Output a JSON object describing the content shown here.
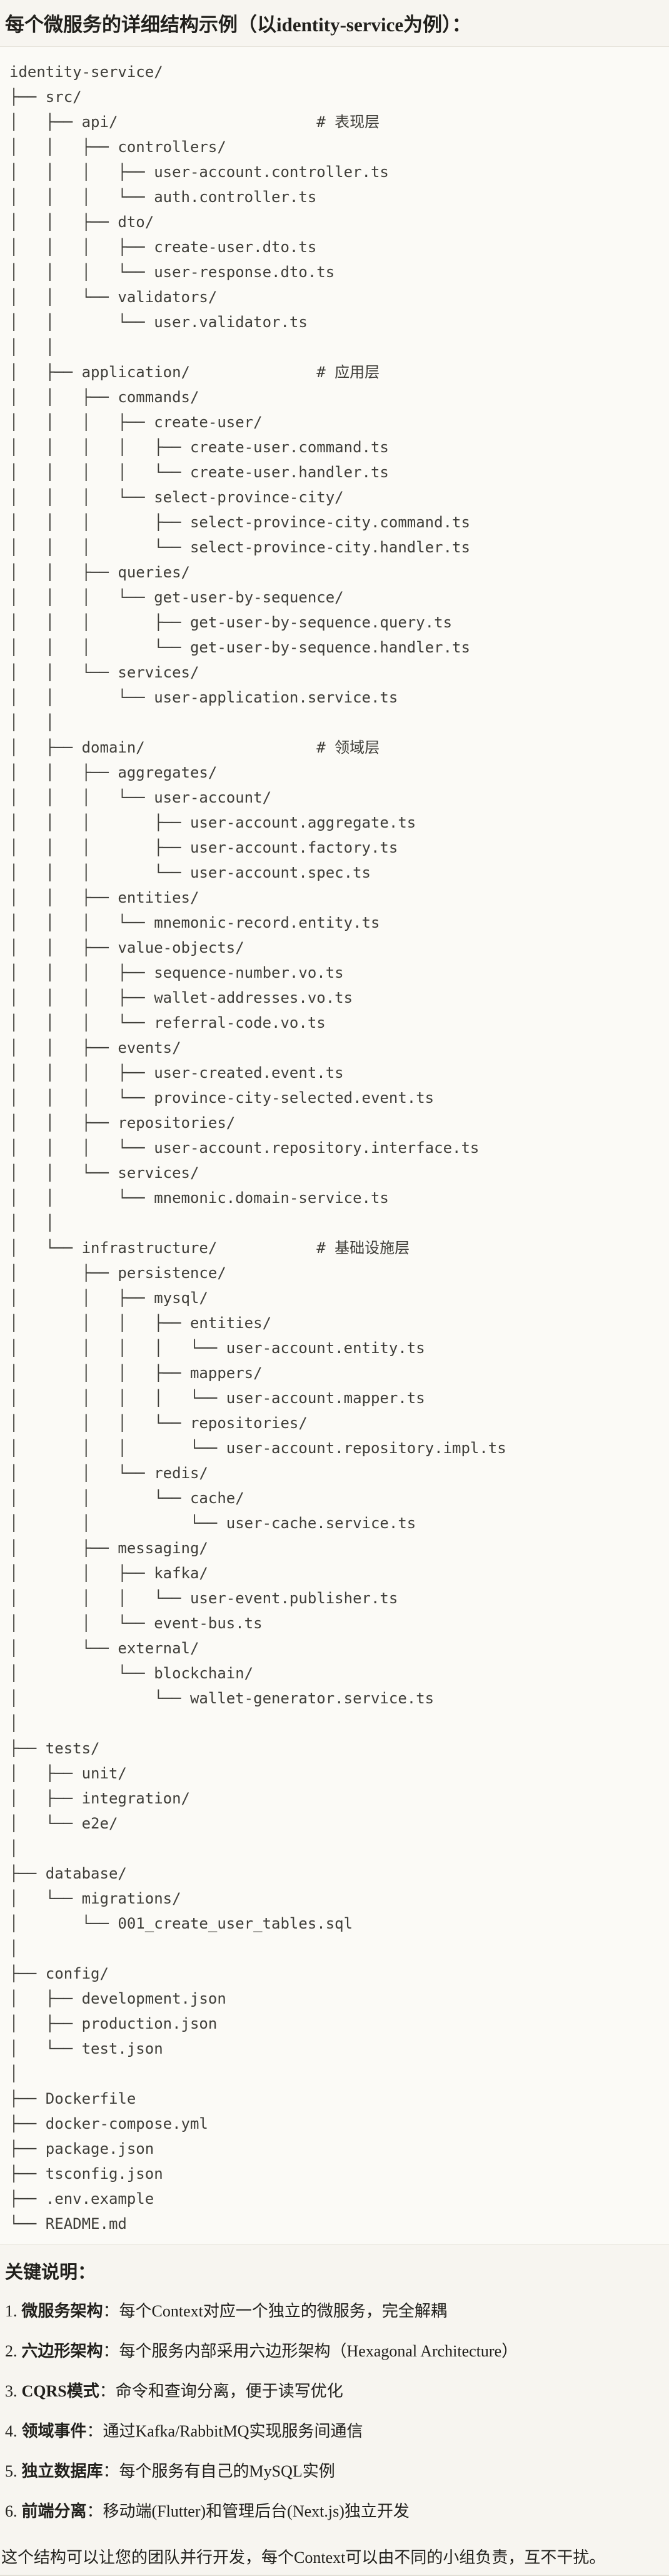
{
  "page": {
    "title": "每个微服务的详细结构示例（以identity-service为例）："
  },
  "colors": {
    "page_background": "#f7f5f0",
    "code_background": "#fbfaf6",
    "code_border": "#e5e2d9",
    "code_text": "#3f3e39",
    "body_text": "#21201c"
  },
  "tree": {
    "lines": [
      "identity-service/",
      "├── src/",
      "│   ├── api/                      # 表现层",
      "│   │   ├── controllers/",
      "│   │   │   ├── user-account.controller.ts",
      "│   │   │   └── auth.controller.ts",
      "│   │   ├── dto/",
      "│   │   │   ├── create-user.dto.ts",
      "│   │   │   └── user-response.dto.ts",
      "│   │   └── validators/",
      "│   │       └── user.validator.ts",
      "│   │",
      "│   ├── application/              # 应用层",
      "│   │   ├── commands/",
      "│   │   │   ├── create-user/",
      "│   │   │   │   ├── create-user.command.ts",
      "│   │   │   │   └── create-user.handler.ts",
      "│   │   │   └── select-province-city/",
      "│   │   │       ├── select-province-city.command.ts",
      "│   │   │       └── select-province-city.handler.ts",
      "│   │   ├── queries/",
      "│   │   │   └── get-user-by-sequence/",
      "│   │   │       ├── get-user-by-sequence.query.ts",
      "│   │   │       └── get-user-by-sequence.handler.ts",
      "│   │   └── services/",
      "│   │       └── user-application.service.ts",
      "│   │",
      "│   ├── domain/                   # 领域层",
      "│   │   ├── aggregates/",
      "│   │   │   └── user-account/",
      "│   │   │       ├── user-account.aggregate.ts",
      "│   │   │       ├── user-account.factory.ts",
      "│   │   │       └── user-account.spec.ts",
      "│   │   ├── entities/",
      "│   │   │   └── mnemonic-record.entity.ts",
      "│   │   ├── value-objects/",
      "│   │   │   ├── sequence-number.vo.ts",
      "│   │   │   ├── wallet-addresses.vo.ts",
      "│   │   │   └── referral-code.vo.ts",
      "│   │   ├── events/",
      "│   │   │   ├── user-created.event.ts",
      "│   │   │   └── province-city-selected.event.ts",
      "│   │   ├── repositories/",
      "│   │   │   └── user-account.repository.interface.ts",
      "│   │   └── services/",
      "│   │       └── mnemonic.domain-service.ts",
      "│   │",
      "│   └── infrastructure/           # 基础设施层",
      "│       ├── persistence/",
      "│       │   ├── mysql/",
      "│       │   │   ├── entities/",
      "│       │   │   │   └── user-account.entity.ts",
      "│       │   │   ├── mappers/",
      "│       │   │   │   └── user-account.mapper.ts",
      "│       │   │   └── repositories/",
      "│       │   │       └── user-account.repository.impl.ts",
      "│       │   └── redis/",
      "│       │       └── cache/",
      "│       │           └── user-cache.service.ts",
      "│       ├── messaging/",
      "│       │   ├── kafka/",
      "│       │   │   └── user-event.publisher.ts",
      "│       │   └── event-bus.ts",
      "│       └── external/",
      "│           └── blockchain/",
      "│               └── wallet-generator.service.ts",
      "│",
      "├── tests/",
      "│   ├── unit/",
      "│   ├── integration/",
      "│   └── e2e/",
      "│",
      "├── database/",
      "│   └── migrations/",
      "│       └── 001_create_user_tables.sql",
      "│",
      "├── config/",
      "│   ├── development.json",
      "│   ├── production.json",
      "│   └── test.json",
      "│",
      "├── Dockerfile",
      "├── docker-compose.yml",
      "├── package.json",
      "├── tsconfig.json",
      "├── .env.example",
      "└── README.md"
    ]
  },
  "notes": {
    "heading": "关键说明：",
    "items": [
      {
        "num": "1.",
        "label": "微服务架构",
        "text": "：每个Context对应一个独立的微服务，完全解耦"
      },
      {
        "num": "2.",
        "label": "六边形架构",
        "text": "：每个服务内部采用六边形架构（Hexagonal Architecture）"
      },
      {
        "num": "3.",
        "label": "CQRS模式",
        "text": "：命令和查询分离，便于读写优化"
      },
      {
        "num": "4.",
        "label": "领域事件",
        "text": "：通过Kafka/RabbitMQ实现服务间通信"
      },
      {
        "num": "5.",
        "label": "独立数据库",
        "text": "：每个服务有自己的MySQL实例"
      },
      {
        "num": "6.",
        "label": "前端分离",
        "text": "：移动端(Flutter)和管理后台(Next.js)独立开发"
      }
    ],
    "closing": "这个结构可以让您的团队并行开发，每个Context可以由不同的小组负责，互不干扰。"
  }
}
